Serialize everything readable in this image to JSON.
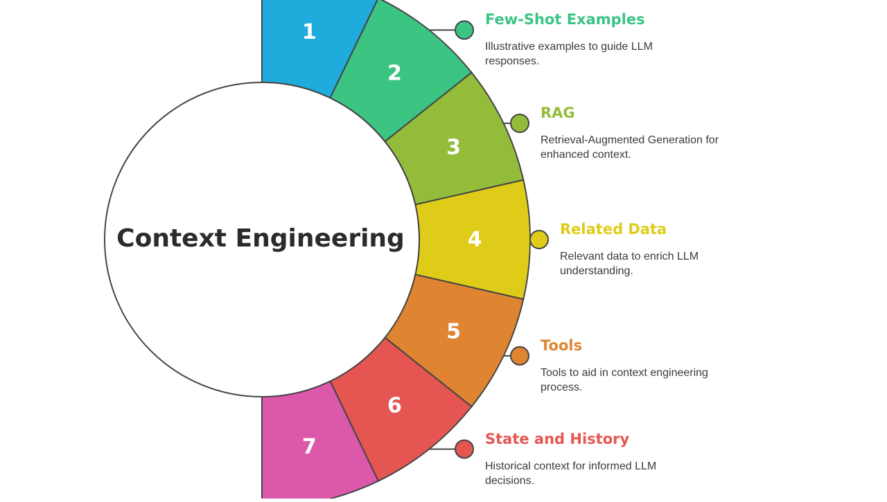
{
  "center": {
    "title": "Context Engineering"
  },
  "segments": [
    {
      "number": "1",
      "color": "#1fabdc"
    },
    {
      "number": "2",
      "color": "#3cc483"
    },
    {
      "number": "3",
      "color": "#93bc3a"
    },
    {
      "number": "4",
      "color": "#dfcc19"
    },
    {
      "number": "5",
      "color": "#df8431"
    },
    {
      "number": "6",
      "color": "#e55652"
    },
    {
      "number": "7",
      "color": "#dc58ab"
    }
  ],
  "items": [
    {
      "segment": 2,
      "title": "Few-Shot Examples",
      "description": "Illustrative examples to guide LLM responses.",
      "color": "#3cc483"
    },
    {
      "segment": 3,
      "title": "RAG",
      "description": "Retrieval-Augmented Generation for enhanced context.",
      "color": "#93bc3a"
    },
    {
      "segment": 4,
      "title": "Related Data",
      "description": "Relevant data to enrich LLM understanding.",
      "color": "#dfcc19"
    },
    {
      "segment": 5,
      "title": "Tools",
      "description": "Tools to aid in context engineering process.",
      "color": "#df8431"
    },
    {
      "segment": 6,
      "title": "State and History",
      "description": "Historical context for informed LLM decisions.",
      "color": "#e55652"
    }
  ]
}
